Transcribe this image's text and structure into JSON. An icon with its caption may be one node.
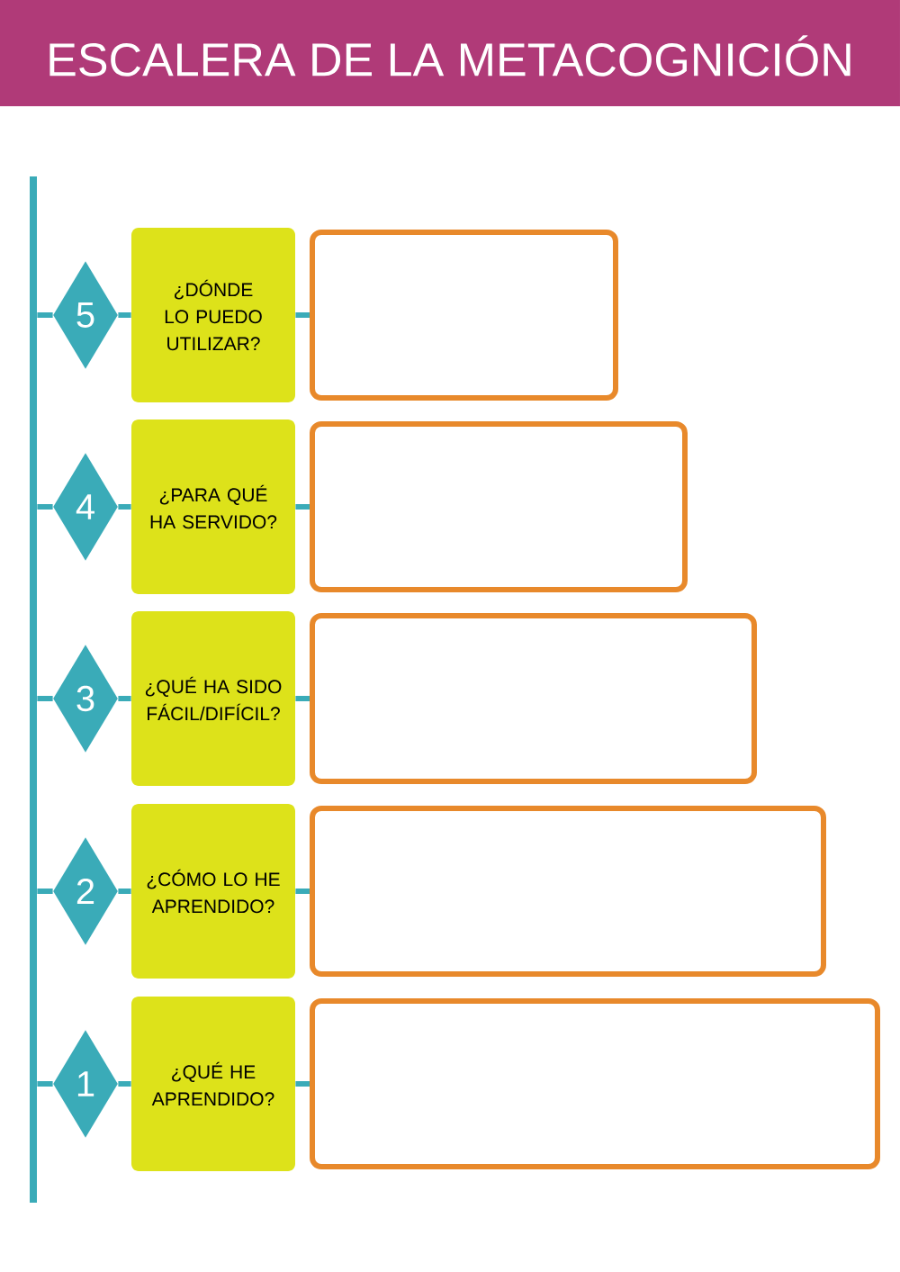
{
  "diagram": {
    "title": "ESCALERA DE LA METACOGNICIÓN",
    "nodes": [
      {
        "text": [],
        "shape": "bar"
      },
      {
        "text": [
          "5"
        ]
      },
      {
        "text": [
          "¿DÓNDE LO PUEDO UTILIZAR?"
        ]
      },
      {
        "text": [],
        "shape": "box"
      },
      {
        "text": [
          "4"
        ]
      },
      {
        "text": [
          "¿PARA QUÉ HA SERVIDO?"
        ]
      },
      {
        "text": [],
        "shape": "box"
      },
      {
        "text": [
          "3"
        ]
      },
      {
        "text": [
          "¿QUÉ HA SIDO FÁCIL/DIFÍCIL?"
        ]
      },
      {
        "text": [],
        "shape": "box"
      },
      {
        "text": [
          "2"
        ]
      },
      {
        "text": [
          "¿CÓMO LO HE APRENDIDO?"
        ]
      },
      {
        "text": [],
        "shape": "box"
      },
      {
        "text": [
          "1"
        ]
      },
      {
        "text": [
          "¿QUÉ HE APRENDIDO?"
        ]
      },
      {
        "text": [],
        "shape": "box"
      }
    ],
    "edges": [
      {
        "from": 0,
        "to": 1,
        "arrow": "none"
      },
      {
        "from": 1,
        "to": 2,
        "arrow": "none"
      },
      {
        "from": 2,
        "to": 3,
        "arrow": "none"
      },
      {
        "from": 0,
        "to": 4,
        "arrow": "none"
      },
      {
        "from": 4,
        "to": 5,
        "arrow": "none"
      },
      {
        "from": 5,
        "to": 6,
        "arrow": "none"
      },
      {
        "from": 0,
        "to": 7,
        "arrow": "none"
      },
      {
        "from": 7,
        "to": 8,
        "arrow": "none"
      },
      {
        "from": 8,
        "to": 9,
        "arrow": "none"
      },
      {
        "from": 0,
        "to": 10,
        "arrow": "none"
      },
      {
        "from": 10,
        "to": 11,
        "arrow": "none"
      },
      {
        "from": 11,
        "to": 12,
        "arrow": "none"
      },
      {
        "from": 0,
        "to": 13,
        "arrow": "none"
      },
      {
        "from": 13,
        "to": 14,
        "arrow": "none"
      },
      {
        "from": 14,
        "to": 15,
        "arrow": "none"
      }
    ]
  }
}
